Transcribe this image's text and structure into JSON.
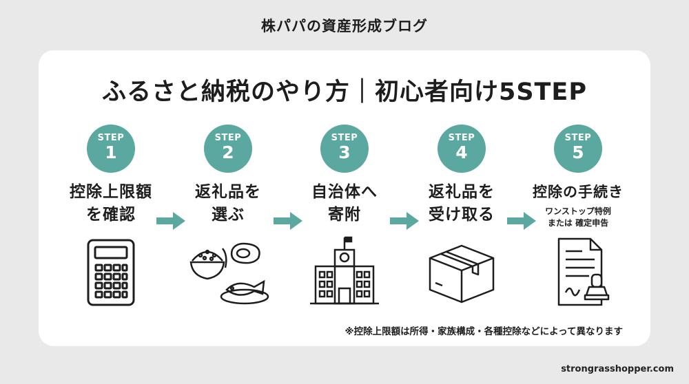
{
  "blog_title": "株パパの資産形成ブログ",
  "main_title": "ふるさと納税のやり方｜初心者向け5STEP",
  "steps": [
    {
      "label": "STEP",
      "number": "1",
      "title_line1": "控除上限額",
      "title_line2": "を確認",
      "icon": "calculator-icon"
    },
    {
      "label": "STEP",
      "number": "2",
      "title_line1": "返礼品を",
      "title_line2": "選ぶ",
      "icon": "gift-food-icon"
    },
    {
      "label": "STEP",
      "number": "3",
      "title_line1": "自治体へ",
      "title_line2": "寄附",
      "icon": "city-hall-icon"
    },
    {
      "label": "STEP",
      "number": "4",
      "title_line1": "返礼品を",
      "title_line2": "受け取る",
      "icon": "box-icon"
    },
    {
      "label": "STEP",
      "number": "5",
      "title_line1": "控除の手続き",
      "sub_line1": "ワンストップ特例",
      "sub_line2": "または 確定申告",
      "icon": "document-stamp-icon"
    }
  ],
  "note": "※控除上限額は所得・家族構成・各種控除などによって異なります",
  "site": "strongrasshopper.com",
  "colors": {
    "accent": "#5ba8a0",
    "background": "#e9e9e9",
    "card": "#ffffff",
    "text": "#1d1d1d"
  }
}
